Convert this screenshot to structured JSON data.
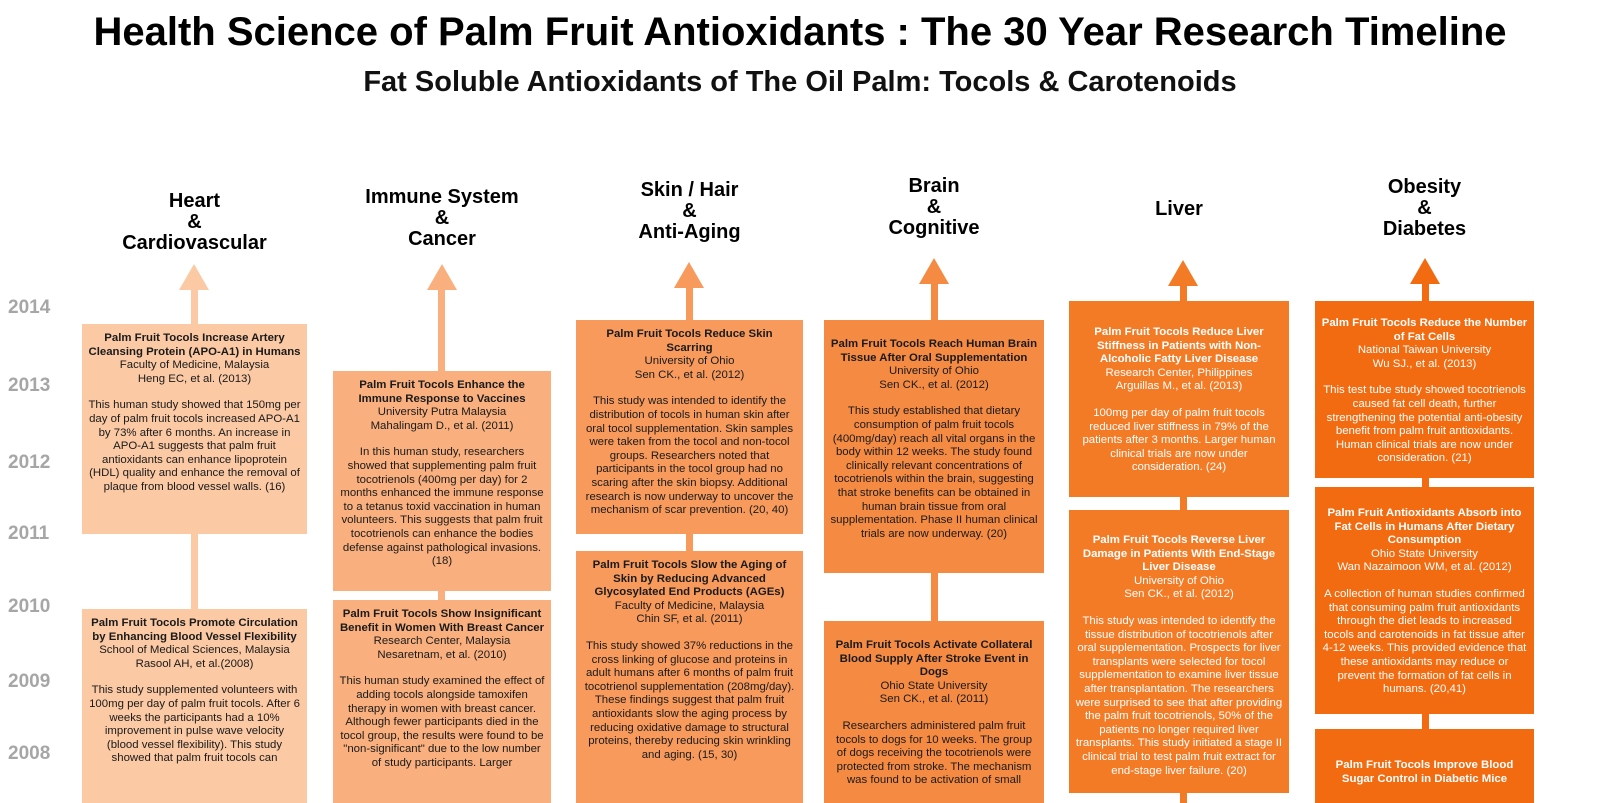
{
  "title": "Health Science of Palm Fruit Antioxidants : The 30 Year Research Timeline",
  "subtitle": "Fat Soluble Antioxidants of The Oil Palm: Tocols & Carotenoids",
  "years": [
    "2014",
    "2013",
    "2012",
    "2011",
    "2010",
    "2009",
    "2008"
  ],
  "colors": {
    "col1": "#fbc9a4",
    "col2": "#f9b07e",
    "col3": "#f79a5c",
    "col4": "#f58a43",
    "col5": "#f47b26",
    "col6": "#f26b10"
  },
  "columns": [
    {
      "heading": [
        "Heart",
        "&",
        "Cardiovascular"
      ],
      "cards": [
        {
          "title": "Palm Fruit Tocols Increase Artery Cleansing Protein (APO-A1) in Humans",
          "institution": "Faculty of Medicine, Malaysia",
          "author": "Heng EC, et al. (2013)",
          "body": "This human study showed that 150mg per day of palm fruit tocols increased APO-A1 by 73% after 6 months. An increase in APO-A1 suggests that palm fruit antioxidants can enhance lipoprotein (HDL) quality and enhance the removal of plaque from blood vessel walls. (16)"
        },
        {
          "title": "Palm Fruit Tocols Promote Circulation by Enhancing Blood Vessel Flexibility",
          "institution": "School of Medical Sciences, Malaysia",
          "author": "Rasool AH, et al.(2008)",
          "body": "This study supplemented volunteers with 100mg per day of palm fruit tocols. After 6 weeks the participants had a 10% improvement in pulse wave velocity (blood vessel flexibility). This study showed that palm fruit tocols can"
        }
      ]
    },
    {
      "heading": [
        "Immune System",
        "&",
        "Cancer"
      ],
      "cards": [
        {
          "title": "Palm Fruit Tocols Enhance the Immune Response to Vaccines",
          "institution": "University Putra Malaysia",
          "author": "Mahalingam D., et al. (2011)",
          "body": "In this human study, researchers showed that supplementing palm fruit tocotrienols (400mg per day) for 2 months enhanced the immune response to a tetanus toxid vaccination in human volunteers. This suggests that palm fruit tocotrienols can enhance the bodies defense against pathological invasions. (18)"
        },
        {
          "title": "Palm Fruit Tocols Show Insignificant Benefit in Women With Breast Cancer",
          "institution": "Research Center, Malaysia",
          "author": "Nesaretnam, et al. (2010)",
          "body": "This human study examined the effect of adding tocols alongside tamoxifen therapy in women with breast cancer. Although fewer participants died in the tocol group, the results were found to be \"non-significant\" due to the low number of study participants. Larger"
        }
      ]
    },
    {
      "heading": [
        "Skin / Hair",
        "&",
        "Anti-Aging"
      ],
      "cards": [
        {
          "title": "Palm Fruit Tocols Reduce Skin Scarring",
          "institution": "University of Ohio",
          "author": "Sen CK., et al. (2012)",
          "body": "This study was intended to identify the distribution of tocols in human skin after oral tocol supplementation. Skin samples were taken from the tocol and non-tocol groups. Researchers noted that participants in the tocol group had no scaring after the skin biopsy. Additional research is now underway to uncover the mechanism of scar prevention. (20, 40)"
        },
        {
          "title": "Palm Fruit Tocols Slow the Aging of Skin by Reducing Advanced Glycosylated End Products (AGEs)",
          "institution": "Faculty of Medicine, Malaysia",
          "author": "Chin SF, et al. (2011)",
          "body": "This study showed 37% reductions in the cross linking of glucose and proteins in adult humans after 6 months of palm fruit tocotrienol supplementation (208mg/day). These findings suggest that palm fruit antioxidants slow the aging process by  reducing oxidative damage to structural proteins, thereby reducing skin wrinkling and aging. (15, 30)"
        }
      ]
    },
    {
      "heading": [
        "Brain",
        "&",
        "Cognitive"
      ],
      "cards": [
        {
          "title": "Palm Fruit Tocols Reach Human Brain Tissue After Oral Supplementation",
          "institution": "University of Ohio",
          "author": "Sen CK., et al. (2012)",
          "body": "This study established that dietary consumption of palm fruit tocols (400mg/day) reach all vital organs in the body within 12 weeks. The study found clinically relevant concentrations of tocotrienols within the brain, suggesting that stroke benefits can be obtained in human brain tissue from oral supplementation. Phase II human clinical trials are now underway. (20)"
        },
        {
          "title": "Palm Fruit Tocols Activate Collateral Blood Supply After Stroke Event in Dogs",
          "institution": "Ohio State University",
          "author": "Sen CK., et al. (2011)",
          "body": "Researchers administered palm fruit tocols to dogs for 10 weeks. The group of dogs receiving the tocotrienols were protected from stroke. The mechanism was found to be activation of small"
        }
      ]
    },
    {
      "heading": [
        "Liver"
      ],
      "cards": [
        {
          "title": "Palm Fruit Tocols Reduce Liver Stiffness in Patients with Non-Alcoholic Fatty Liver Disease",
          "institution": "Research Center, Philippines",
          "author": "Arguillas M., et al. (2013)",
          "body": "100mg per day of palm fruit tocols reduced liver stiffness in 79% of the patients after 3 months. Larger human clinical trials are now under consideration. (24)"
        },
        {
          "title": "Palm Fruit Tocols Reverse Liver Damage in Patients With End-Stage Liver Disease",
          "institution": "University of Ohio",
          "author": "Sen CK., et al. (2012)",
          "body": "This study was intended to identify the tissue distribution of tocotrienols after oral supplementation. Prospects for liver transplants were selected for tocol supplementation to examine liver tissue after transplantation. The researchers were surprised to see that after providing the palm fruit tocotrienols, 50% of the patients no longer required liver transplants. This study initiated a stage II clinical trial to test palm fruit extract for end-stage liver failure. (20)"
        }
      ]
    },
    {
      "heading": [
        "Obesity",
        "&",
        "Diabetes"
      ],
      "cards": [
        {
          "title": "Palm Fruit Tocols Reduce the Number of Fat Cells",
          "institution": "National Taiwan University",
          "author": "Wu SJ., et al. (2013)",
          "body": "This test tube study showed tocotrienols caused fat cell death, further strengthening the potential anti-obesity benefit from palm fruit antioxidants. Human clinical trials are now under consideration. (21)"
        },
        {
          "title": "Palm Fruit Antioxidants Absorb into Fat Cells in Humans After Dietary Consumption",
          "institution": "Ohio State University",
          "author": "Wan Nazaimoon WM, et al. (2012)",
          "body": "A collection of human studies confirmed that consuming palm fruit antioxidants through the diet leads to increased tocols and carotenoids in fat tissue after 4-12 weeks. This provided evidence that these antioxidants may reduce or prevent the formation of fat cells in humans. (20,41)"
        },
        {
          "title": "Palm Fruit Tocols Improve Blood Sugar Control in Diabetic Mice",
          "institution": "",
          "author": "",
          "body": ""
        }
      ]
    }
  ]
}
